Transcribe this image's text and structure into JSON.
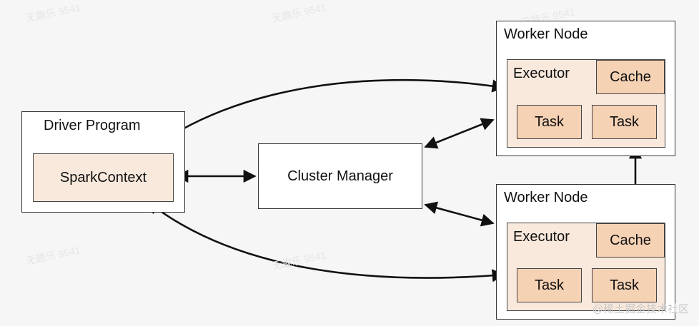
{
  "driver": {
    "title": "Driver Program",
    "context": "SparkContext"
  },
  "cluster_manager": {
    "label": "Cluster Manager"
  },
  "workers": [
    {
      "title": "Worker Node",
      "executor": "Executor",
      "cache": "Cache",
      "tasks": [
        "Task",
        "Task"
      ]
    },
    {
      "title": "Worker Node",
      "executor": "Executor",
      "cache": "Cache",
      "tasks": [
        "Task",
        "Task"
      ]
    }
  ],
  "watermark": "@稀土掘金技术社区",
  "faint_marks": [
    "无趣乐 9541",
    "无趣乐 9541",
    "无趣乐 9541",
    "无趣乐 9541",
    "无趣乐 9541"
  ],
  "colors": {
    "outer_fill": "#ffffff",
    "inner_fill": "#f9e9dc",
    "task_fill": "#f6d2b5",
    "stroke": "#111111"
  }
}
